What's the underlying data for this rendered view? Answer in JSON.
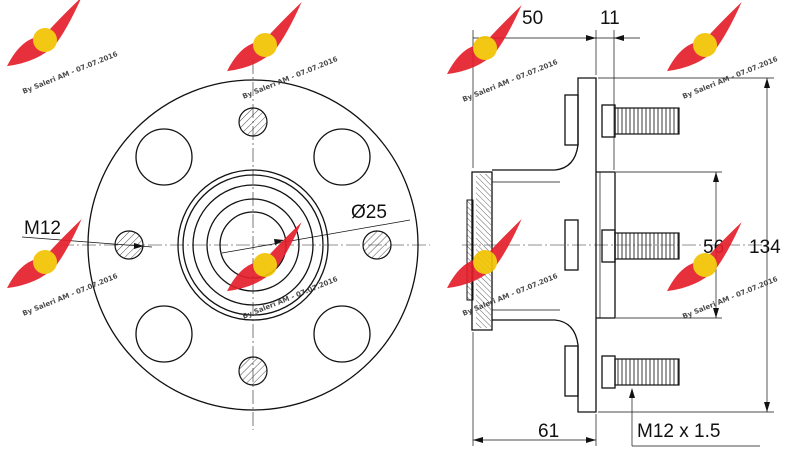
{
  "dimensions": {
    "flange_width": "50",
    "flange_thickness": "11",
    "pilot_diameter": "56",
    "flange_diameter": "134",
    "overall_length": "61",
    "stud_thread": "M12 x 1.5",
    "bore_diameter": "Ø25",
    "bolt_size": "M12"
  },
  "watermark": {
    "text": "By Saleri AM - 07.07.2016"
  }
}
